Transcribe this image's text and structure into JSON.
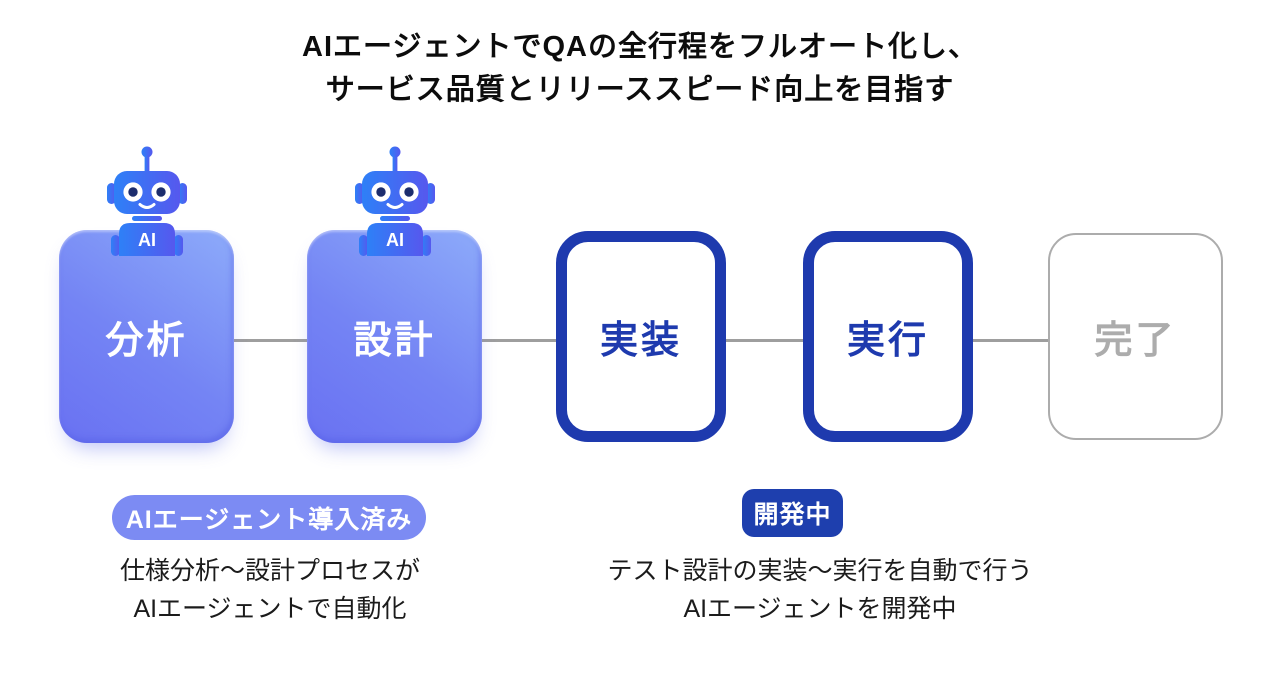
{
  "title": {
    "line1": "AIエージェントでQAの全行程をフルオート化し、",
    "line2": "サービス品質とリリーススピード向上を目指す"
  },
  "stages": [
    {
      "label": "分析"
    },
    {
      "label": "設計"
    },
    {
      "label": "実装"
    },
    {
      "label": "実行"
    },
    {
      "label": "完了"
    }
  ],
  "robot": {
    "chest_label": "AI"
  },
  "annotations": {
    "introduced": {
      "badge": "AIエージェント導入済み",
      "line1": "仕様分析〜設計プロセスが",
      "line2": "AIエージェントで自動化"
    },
    "in_development": {
      "badge": "開発中",
      "line1": "テスト設計の実装〜実行を自動で行う",
      "line2": "AIエージェントを開発中"
    }
  },
  "colors": {
    "stage_gradient_top": "#8DABFA",
    "stage_gradient_bottom": "#6971F2",
    "navy": "#1E3AAE",
    "badge_periwinkle": "#7C8BF3",
    "inactive_gray": "#ACACAC",
    "connector_gray": "#9E9E9E",
    "robot_gradient_start": "#2E80F7",
    "robot_gradient_end": "#5658EE"
  }
}
